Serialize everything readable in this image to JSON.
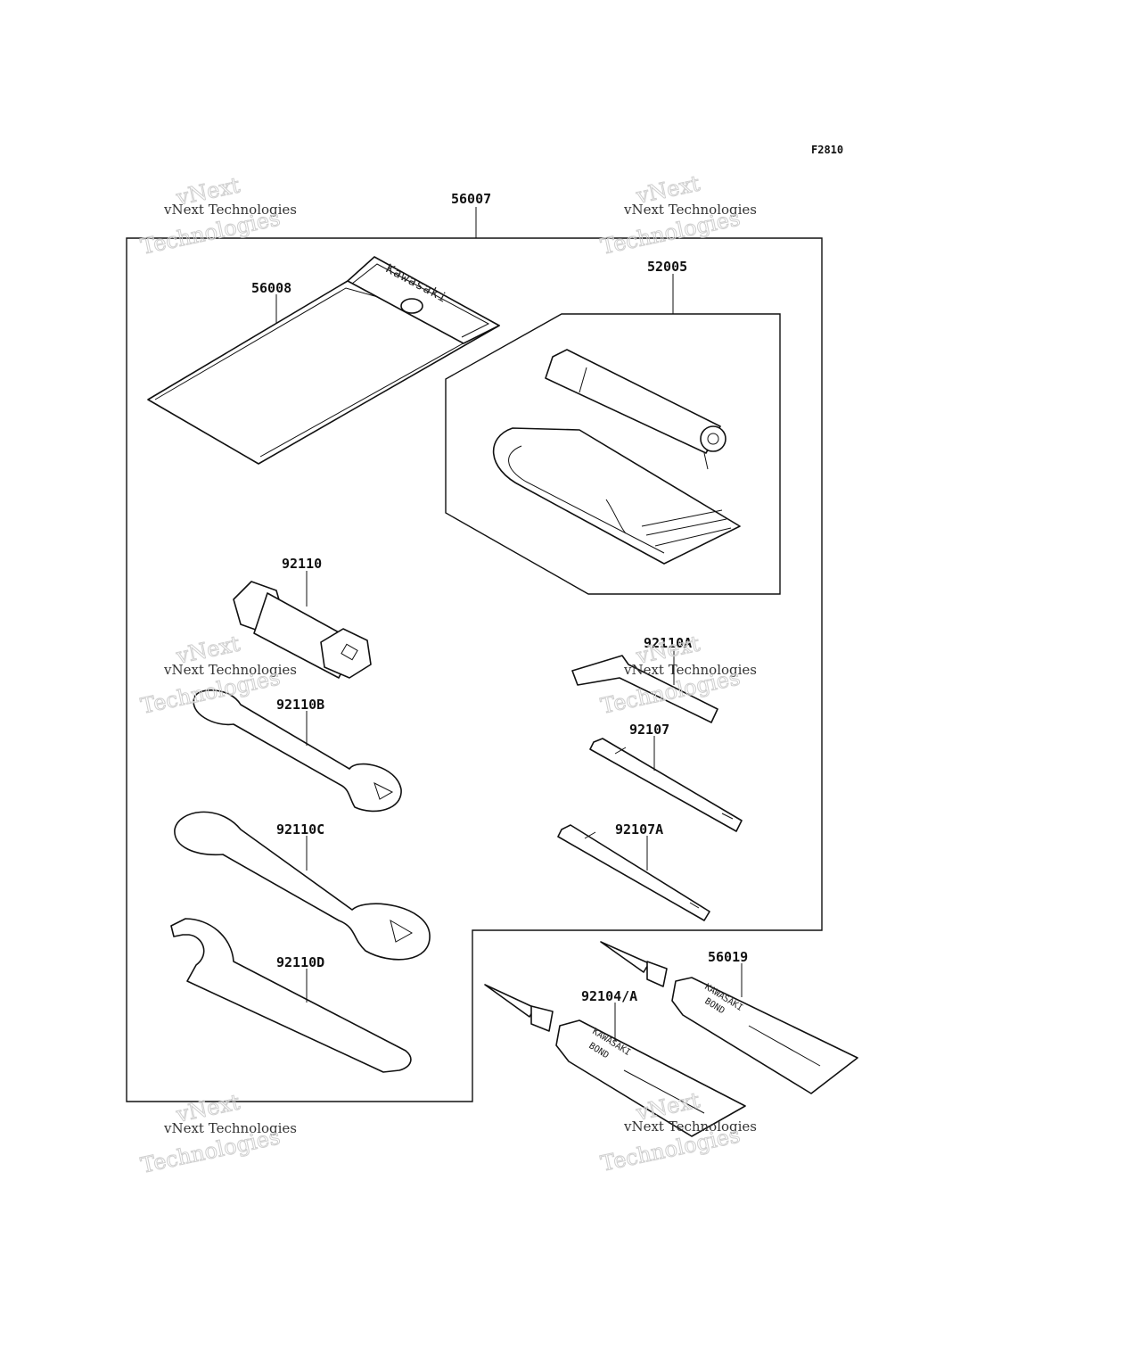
{
  "figure_id": "F2810",
  "brand_text": {
    "pouch": "Kawasaki",
    "tube_large": "KAWASAKI",
    "tube_small": "KAWASAKI",
    "bond": "BOND"
  },
  "callouts": {
    "p56007": "56007",
    "p56008": "56008",
    "p52005": "52005",
    "p92110": "92110",
    "p92110A": "92110A",
    "p92110B": "92110B",
    "p92107": "92107",
    "p92110C": "92110C",
    "p92107A": "92107A",
    "p92110D": "92110D",
    "p56019": "56019",
    "p92104A": "92104/A"
  },
  "watermark": {
    "line1": "vNext Technologies",
    "line2": "vNext",
    "line3": "Technologies"
  }
}
